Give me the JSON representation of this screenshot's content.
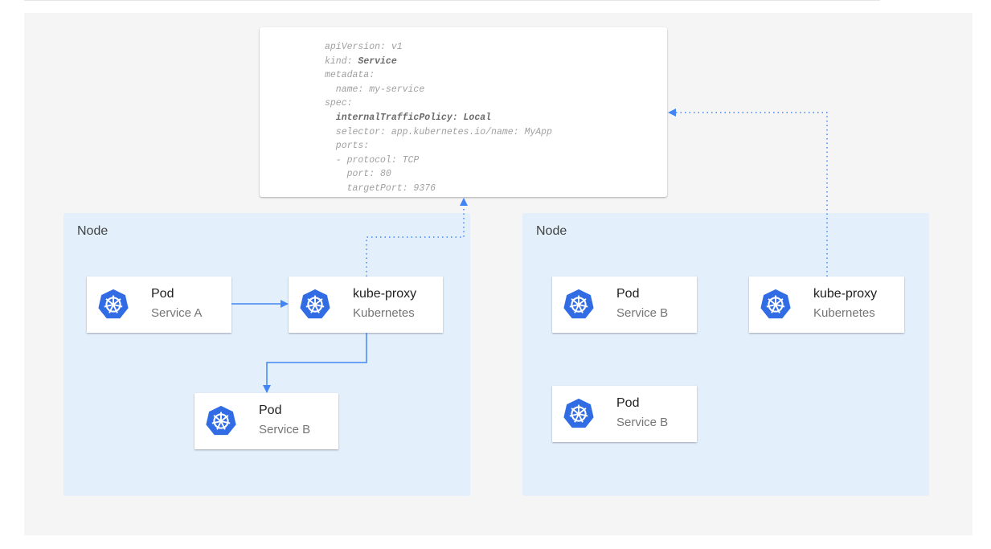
{
  "yaml": {
    "lines": [
      {
        "key": "apiVersion: ",
        "val": "v1",
        "bold": false
      },
      {
        "key": "kind: ",
        "val": "Service",
        "bold": true
      },
      {
        "key": "metadata:",
        "val": "",
        "bold": false
      },
      {
        "key": "  name: ",
        "val": "my-service",
        "bold": false
      },
      {
        "key": "spec:",
        "val": "",
        "bold": false
      },
      {
        "key": "  internalTrafficPolicy: ",
        "val": "Local",
        "bold": true,
        "boldKey": true
      },
      {
        "key": "  selector: ",
        "val": "app.kubernetes.io/name: MyApp",
        "bold": false
      },
      {
        "key": "  ports:",
        "val": "",
        "bold": false
      },
      {
        "key": "  - protocol: ",
        "val": "TCP",
        "bold": false
      },
      {
        "key": "    port: ",
        "val": "80",
        "bold": false
      },
      {
        "key": "    targetPort: ",
        "val": "9376",
        "bold": false
      }
    ]
  },
  "nodes": [
    {
      "label": "Node",
      "cards": [
        {
          "title": "Pod",
          "subtitle": "Service A"
        },
        {
          "title": "kube-proxy",
          "subtitle": "Kubernetes"
        },
        {
          "title": "Pod",
          "subtitle": "Service B"
        }
      ]
    },
    {
      "label": "Node",
      "cards": [
        {
          "title": "Pod",
          "subtitle": "Service B"
        },
        {
          "title": "kube-proxy",
          "subtitle": "Kubernetes"
        },
        {
          "title": "Pod",
          "subtitle": "Service B"
        }
      ]
    }
  ],
  "icon": "kubernetes-icon",
  "colors": {
    "accent": "#4285f4",
    "k8s": "#326ce5",
    "node_bg": "#e3f0fc",
    "canvas": "#f5f5f5"
  }
}
